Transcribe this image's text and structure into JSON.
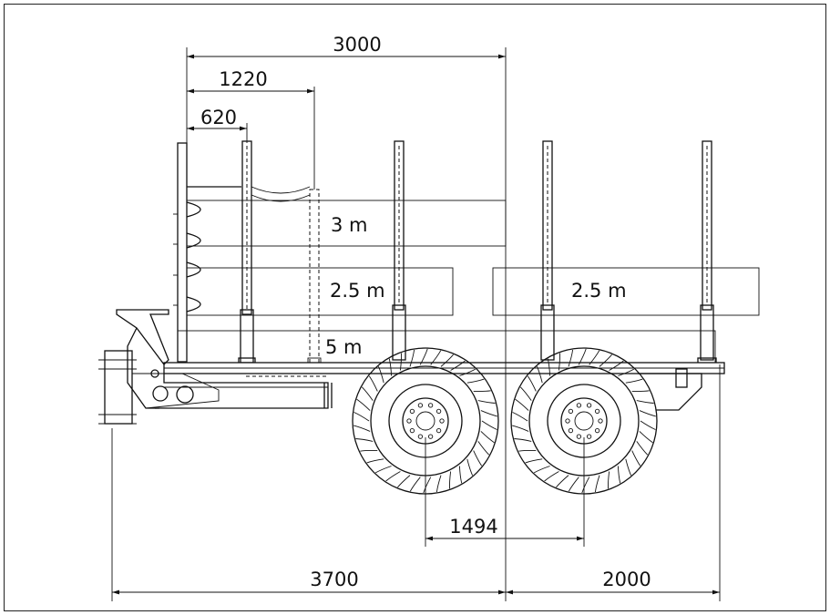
{
  "dimensions": {
    "overall_load_length": "3000",
    "second_stake": "1220",
    "first_stake": "620",
    "axle_spacing": "1494",
    "front_length": "3700",
    "rear_length": "2000"
  },
  "load_labels": {
    "top_log": "3 m",
    "middle_log_front": "2.5 m",
    "middle_log_rear": "2.5 m",
    "bottom_log": "5 m"
  }
}
